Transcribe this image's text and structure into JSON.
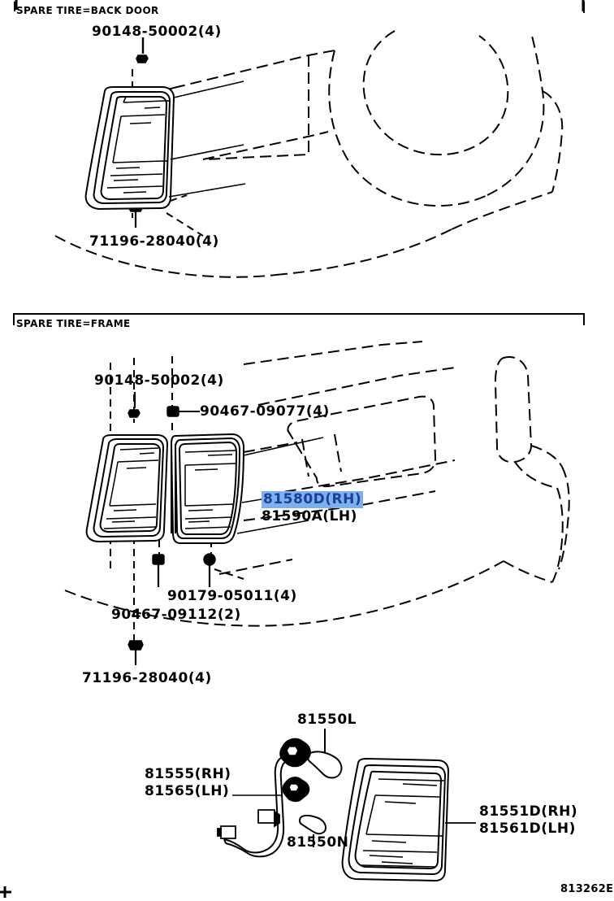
{
  "document": {
    "type": "parts-catalog-illustration",
    "corner_code": "813262E",
    "background_color": "#ffffff",
    "line_color": "#000000",
    "highlight_color": "#7cb0f0",
    "highlight_text_color": "#1c3f94"
  },
  "sections": [
    {
      "id": "spare-tire-back-door",
      "title": "SPARE TIRE=BACK DOOR"
    },
    {
      "id": "spare-tire-frame",
      "title": "SPARE TIRE=FRAME"
    }
  ],
  "callouts": {
    "top": [
      {
        "id": "bolt-top",
        "text": "90148-50002(4)"
      },
      {
        "id": "clip-top",
        "text": "71196-28040(4)"
      }
    ],
    "middle": [
      {
        "id": "bolt-mid",
        "text": "90148-50002(4)"
      },
      {
        "id": "screw-grommet-mid",
        "text": "90467-09077(4)"
      },
      {
        "id": "lamp-rh",
        "text": "81580D(RH)",
        "highlighted": true
      },
      {
        "id": "lamp-lh",
        "text": "81590A(LH)",
        "highlighted": false
      },
      {
        "id": "nut-mid",
        "text": "90179-05011(4)"
      },
      {
        "id": "clip-mid",
        "text": "90467-09112(2)"
      },
      {
        "id": "clip-bottom-mid",
        "text": "71196-28040(4)"
      }
    ],
    "bottom": [
      {
        "id": "bulb-upper",
        "text": "81550L"
      },
      {
        "id": "socket-cord-rh",
        "text": "81555(RH)"
      },
      {
        "id": "socket-cord-lh",
        "text": "81565(LH)"
      },
      {
        "id": "bulb-lower",
        "text": "81550N"
      },
      {
        "id": "lens-rh",
        "text": "81551D(RH)"
      },
      {
        "id": "lens-lh",
        "text": "81561D(LH)"
      }
    ]
  }
}
